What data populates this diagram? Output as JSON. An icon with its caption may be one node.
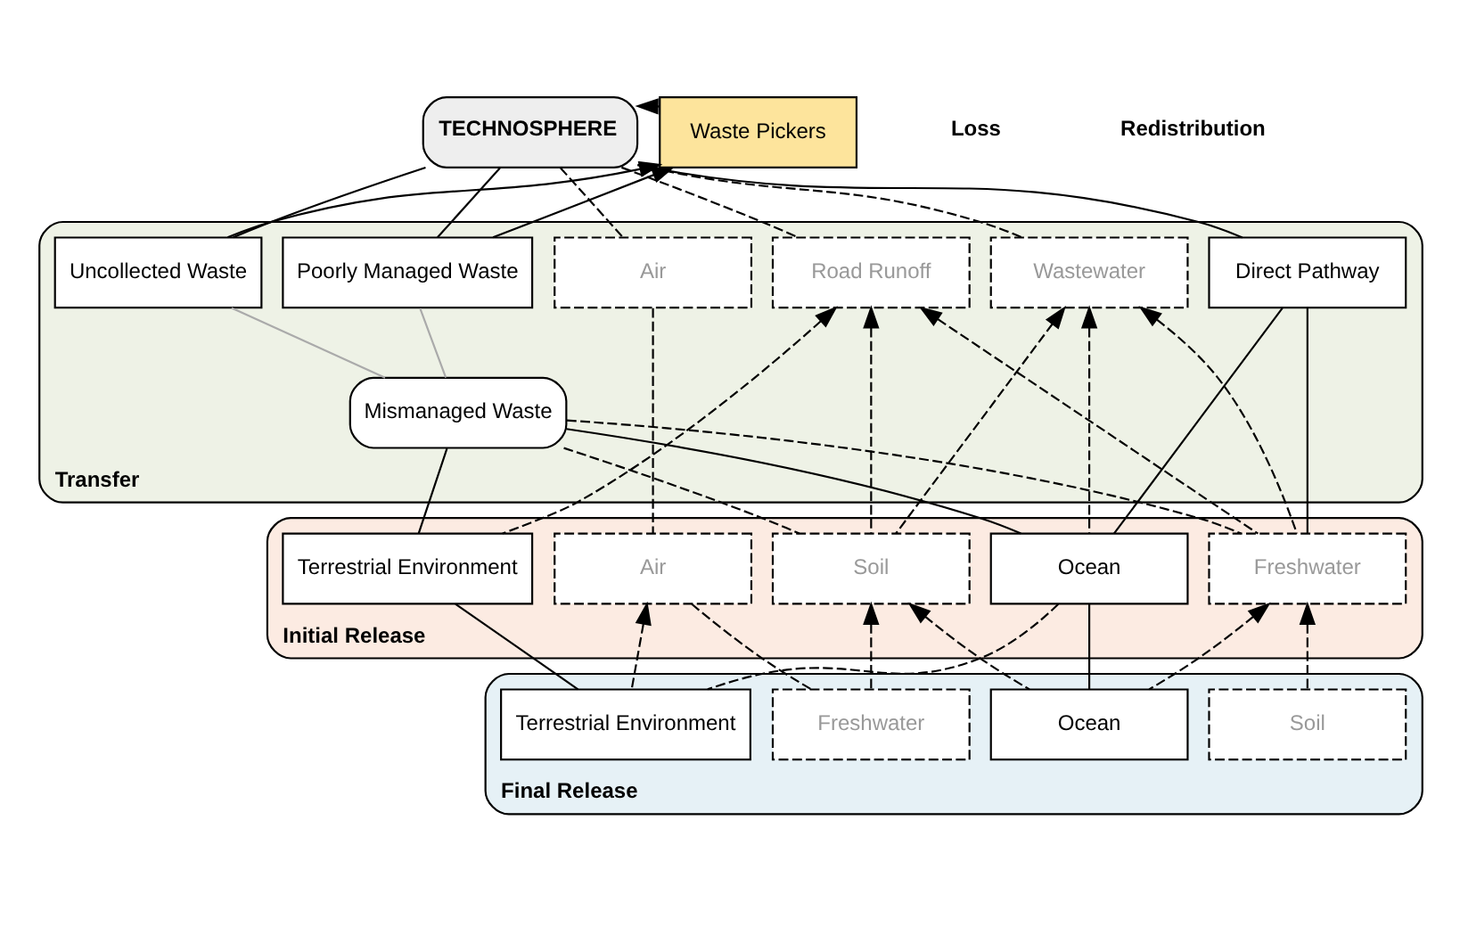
{
  "diagram": {
    "nodes": [
      {
        "text": [
          "TECHNOSPHERE"
        ]
      },
      {
        "text": [
          "Waste Pickers"
        ]
      },
      {
        "text": [
          "Transfer"
        ]
      },
      {
        "text": [
          "Air"
        ],
        "in": 2
      },
      {
        "text": [
          "Wastewater"
        ],
        "in": 2
      },
      {
        "text": [
          "Road Runoff"
        ],
        "in": 2
      },
      {
        "text": [
          "Direct Pathway"
        ],
        "in": 2
      },
      {
        "text": [
          "Poorly Managed Waste"
        ],
        "in": 2
      },
      {
        "text": [
          "Uncollected Waste"
        ],
        "in": 2
      },
      {
        "text": [
          "Mismanaged Waste"
        ],
        "in": 2
      },
      {
        "text": [
          "Initial Release"
        ]
      },
      {
        "text": [
          "Air"
        ],
        "in": 10
      },
      {
        "text": [
          "Ocean"
        ],
        "in": 10
      },
      {
        "text": [
          "Freshwater"
        ],
        "in": 10
      },
      {
        "text": [
          "Soil"
        ],
        "in": 10
      },
      {
        "text": [
          "Terrestrial Environment"
        ],
        "in": 10
      },
      {
        "text": [
          "Final Release"
        ]
      },
      {
        "text": [
          "Ocean"
        ],
        "in": 16
      },
      {
        "text": [
          "Freshwater"
        ],
        "in": 16
      },
      {
        "text": [
          "Soil"
        ],
        "in": 16
      },
      {
        "text": [
          "Terrestrial Environment"
        ],
        "in": 16
      }
    ],
    "edges": [
      {
        "from": 1,
        "to": 0,
        "arrow": "to"
      },
      {
        "from": 0,
        "to": 3,
        "arrow": "none",
        "style": "dashed"
      },
      {
        "from": 0,
        "to": 4,
        "arrow": "none",
        "style": "dashed"
      },
      {
        "from": 0,
        "to": 5,
        "arrow": "none",
        "style": "dashed"
      },
      {
        "from": 0,
        "to": 6,
        "arrow": "none"
      },
      {
        "from": 0,
        "to": 7,
        "arrow": "none"
      },
      {
        "from": 0,
        "to": 8,
        "arrow": "none"
      },
      {
        "from": 7,
        "to": 1,
        "arrow": "to"
      },
      {
        "from": 8,
        "to": 1,
        "arrow": "to"
      },
      {
        "from": 7,
        "to": 9,
        "arrow": "none",
        "color": "#aaaaaa"
      },
      {
        "from": 8,
        "to": 9,
        "arrow": "none",
        "color": "#aaaaaa"
      },
      {
        "from": 3,
        "to": 11,
        "arrow": "none",
        "style": "dashed"
      },
      {
        "from": 12,
        "to": 4,
        "arrow": "to",
        "style": "dashed"
      },
      {
        "from": 13,
        "to": 4,
        "arrow": "to",
        "style": "dashed"
      },
      {
        "from": 14,
        "to": 4,
        "arrow": "to",
        "style": "dashed"
      },
      {
        "from": 13,
        "to": 5,
        "arrow": "to",
        "style": "dashed"
      },
      {
        "from": 14,
        "to": 5,
        "arrow": "to",
        "style": "dashed"
      },
      {
        "from": 15,
        "to": 5,
        "arrow": "to",
        "style": "dashed"
      },
      {
        "from": 6,
        "to": 12,
        "arrow": "none"
      },
      {
        "from": 6,
        "to": 13,
        "arrow": "none"
      },
      {
        "from": 9,
        "to": 12,
        "arrow": "none"
      },
      {
        "from": 9,
        "to": 13,
        "arrow": "none",
        "style": "dashed"
      },
      {
        "from": 9,
        "to": 14,
        "arrow": "none",
        "style": "dashed"
      },
      {
        "from": 9,
        "to": 15,
        "arrow": "none"
      },
      {
        "from": 12,
        "to": 17,
        "arrow": "none"
      },
      {
        "from": 17,
        "to": 13,
        "arrow": "to",
        "style": "dashed"
      },
      {
        "from": 17,
        "to": 14,
        "arrow": "to",
        "style": "dashed"
      },
      {
        "from": 18,
        "to": 14,
        "arrow": "to",
        "style": "dashed"
      },
      {
        "from": 19,
        "to": 13,
        "arrow": "to",
        "style": "dashed"
      },
      {
        "from": 20,
        "to": 11,
        "arrow": "to",
        "style": "dashed"
      },
      {
        "from": 11,
        "to": 18,
        "arrow": "none",
        "style": "dashed"
      },
      {
        "from": 12,
        "to": 20,
        "arrow": "none",
        "style": "dashed"
      },
      {
        "from": 15,
        "to": 20,
        "arrow": "none"
      }
    ],
    "labels": [
      "Loss",
      "Redistribution"
    ]
  }
}
